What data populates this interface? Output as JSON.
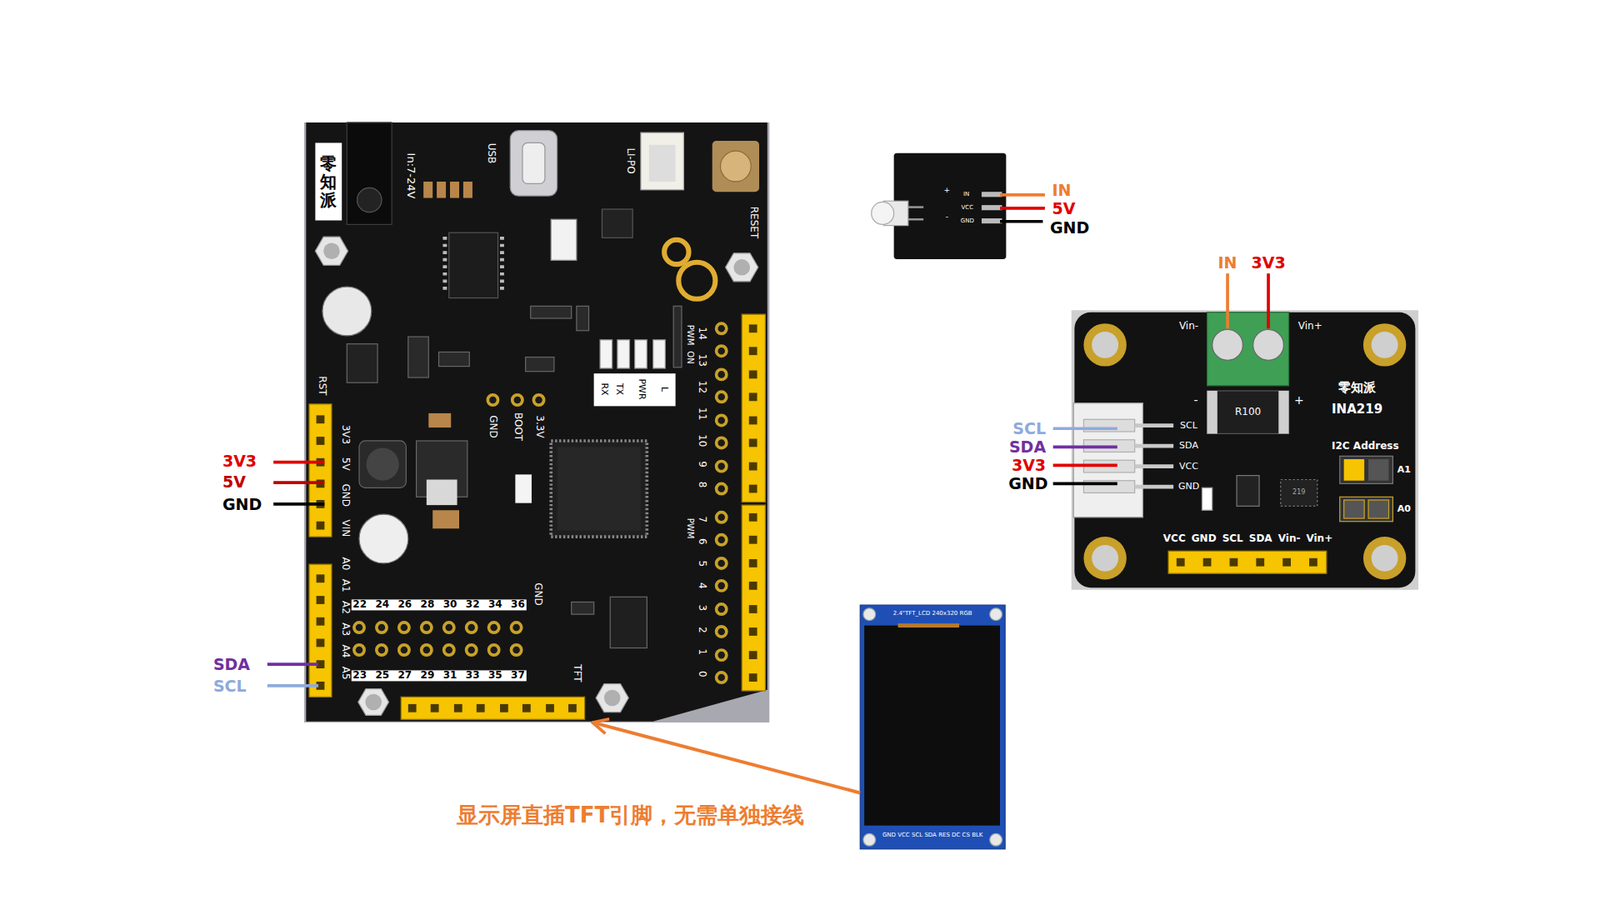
{
  "diagram": {
    "nodes": [
      {
        "text": [
          "零知派",
          "In:7-24V",
          "USB",
          "LI-PO",
          "RESET",
          "RST",
          "3V3 5V GND VIN",
          "A0 A1 A2 A3 A4 A5",
          "GND",
          "BOOT",
          "3.3V",
          "PWR",
          "TX",
          "RX",
          "L",
          "14 13 12 11 10 9 8",
          "ON",
          "PWM",
          "7 6 5 4 3 2 1 0",
          "PWM",
          "22 24 26 28 30 32 34 36",
          "GND",
          "23 25 27 29 31 33 35 37",
          "TFT"
        ]
      },
      {
        "text": [
          "+",
          "IN",
          "VCC",
          "GND",
          "-"
        ]
      },
      {
        "text": [
          "Vin-",
          "Vin+",
          "零知派",
          "INA219",
          "R100",
          "-",
          "+",
          "SCL",
          "SDA",
          "VCC",
          "GND",
          "219",
          "I2C Address",
          "A1",
          "A0",
          "VCC GND SCL SDA Vin- Vin+"
        ]
      },
      {
        "text": [
          "2.4\"TFT_LCD 240x320 RGB",
          "GND VCC SCL SDA RES DC CS BLK"
        ]
      }
    ],
    "edges": [
      {
        "from": 3,
        "to": 0,
        "arrow": "to",
        "label": "显示屏直插TFT引脚，无需单独接线"
      }
    ],
    "labels": [
      "3V3",
      "5V",
      "GND",
      "SDA",
      "SCL",
      "IN",
      "5V",
      "GND",
      "IN",
      "3V3",
      "SCL",
      "SDA",
      "3V3",
      "GND"
    ]
  }
}
